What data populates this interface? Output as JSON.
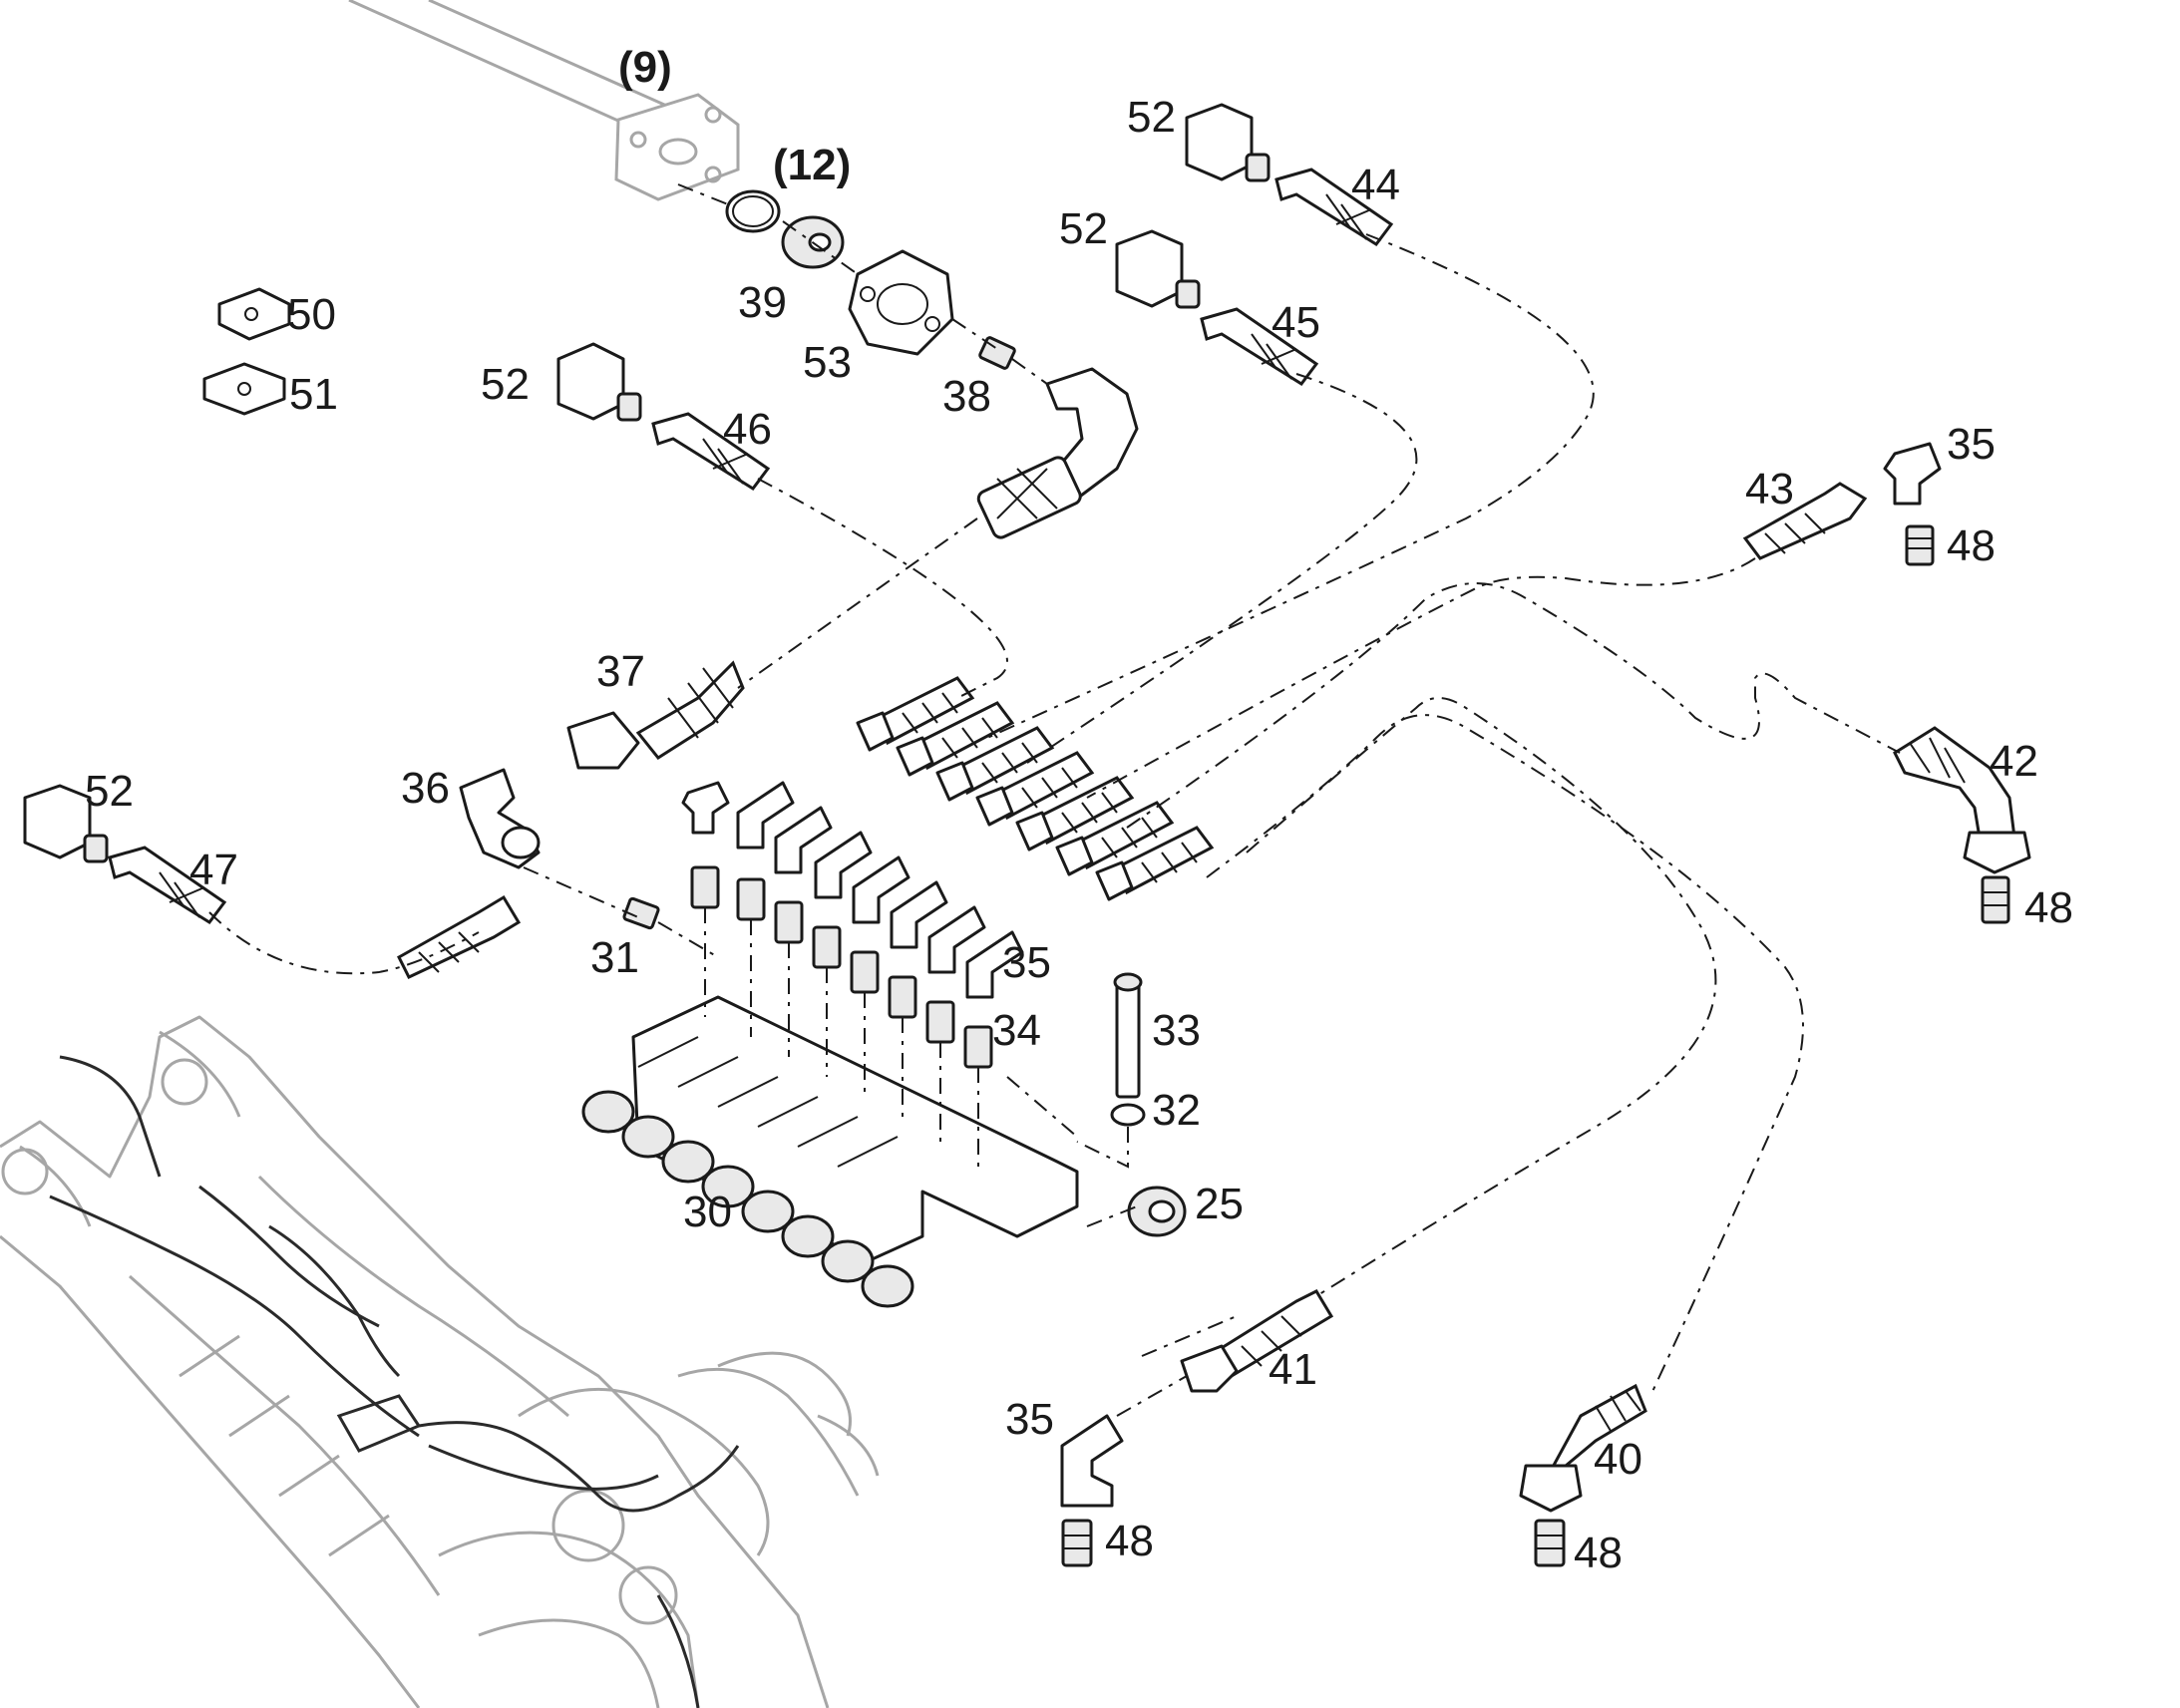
{
  "callouts": [
    {
      "id": "c9",
      "text": "(9)"
    },
    {
      "id": "c12",
      "text": "(12)"
    },
    {
      "id": "c39",
      "text": "39"
    },
    {
      "id": "c53",
      "text": "53"
    },
    {
      "id": "c38",
      "text": "38"
    },
    {
      "id": "c50",
      "text": "50"
    },
    {
      "id": "c51",
      "text": "51"
    },
    {
      "id": "c52a",
      "text": "52"
    },
    {
      "id": "c46",
      "text": "46"
    },
    {
      "id": "c52b",
      "text": "52"
    },
    {
      "id": "c44",
      "text": "44"
    },
    {
      "id": "c52c",
      "text": "52"
    },
    {
      "id": "c45",
      "text": "45"
    },
    {
      "id": "c43",
      "text": "43"
    },
    {
      "id": "c35a",
      "text": "35"
    },
    {
      "id": "c48a",
      "text": "48"
    },
    {
      "id": "c37",
      "text": "37"
    },
    {
      "id": "c36",
      "text": "36"
    },
    {
      "id": "c52d",
      "text": "52"
    },
    {
      "id": "c47",
      "text": "47"
    },
    {
      "id": "c31",
      "text": "31"
    },
    {
      "id": "c35b",
      "text": "35"
    },
    {
      "id": "c34",
      "text": "34"
    },
    {
      "id": "c33",
      "text": "33"
    },
    {
      "id": "c32",
      "text": "32"
    },
    {
      "id": "c25",
      "text": "25"
    },
    {
      "id": "c30",
      "text": "30"
    },
    {
      "id": "c42",
      "text": "42"
    },
    {
      "id": "c48b",
      "text": "48"
    },
    {
      "id": "c41",
      "text": "41"
    },
    {
      "id": "c35c",
      "text": "35"
    },
    {
      "id": "c48c",
      "text": "48"
    },
    {
      "id": "c40",
      "text": "40"
    },
    {
      "id": "c48d",
      "text": "48"
    }
  ]
}
